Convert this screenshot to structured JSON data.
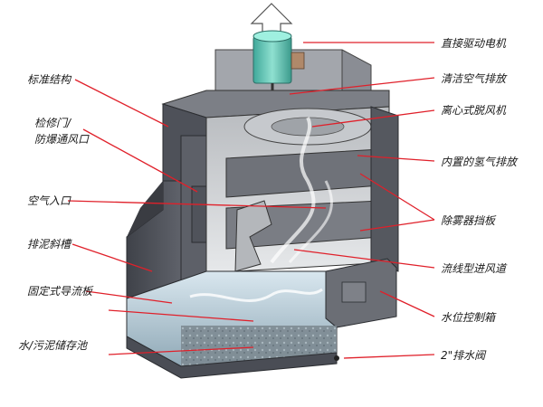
{
  "labels": {
    "standard_structure": "标准结构",
    "maintenance_door_line1": "检修门/",
    "maintenance_door_line2": "防爆通风口",
    "air_inlet": "空气入口",
    "sludge_chute": "排泥斜槽",
    "fixed_guide_plate": "固定式导流板",
    "sludge_storage": "水/污泥储存池",
    "direct_drive_motor": "直接驱动电机",
    "clean_air_exhaust": "清洁空气排放",
    "centrifugal_fan": "离心式脱风机",
    "built_in_hydrogen_exhaust": "内置的氢气排放",
    "demister_baffle": "除雾器挡板",
    "streamlined_air_duct": "流线型进风道",
    "water_level_control_box": "水位控制箱",
    "drain_valve": "2\"排水阀"
  },
  "colors": {
    "leader_line": "#e0202a",
    "housing_dark": "#4a4d55",
    "housing_mid": "#6b6e76",
    "housing_light": "#9a9da4",
    "interior_light": "#d8dadc",
    "motor_green": "#5fc8b4",
    "water": "#b9d6e6"
  },
  "icons": {
    "exhaust_arrow": "up-arrow-outline-icon"
  }
}
